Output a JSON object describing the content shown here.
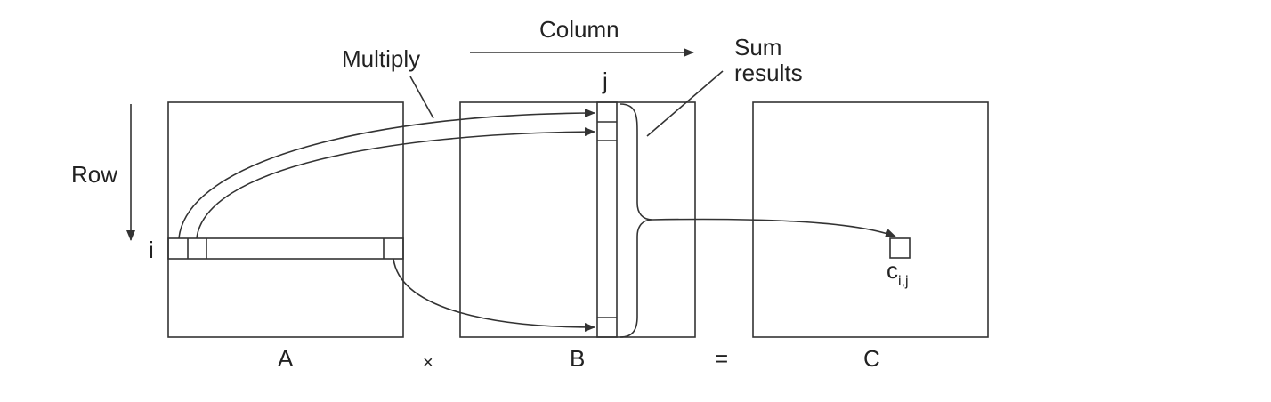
{
  "labels": {
    "column": "Column",
    "multiply": "Multiply",
    "sum_line1": "Sum",
    "sum_line2": "results",
    "row": "Row",
    "row_index": "i",
    "col_index": "j",
    "matrix_a": "A",
    "matrix_b": "B",
    "matrix_c": "C",
    "times": "×",
    "equals": "=",
    "cell_letter": "c",
    "cell_sub": "i,j"
  },
  "colors": {
    "line": "#333333",
    "text": "#222222"
  }
}
